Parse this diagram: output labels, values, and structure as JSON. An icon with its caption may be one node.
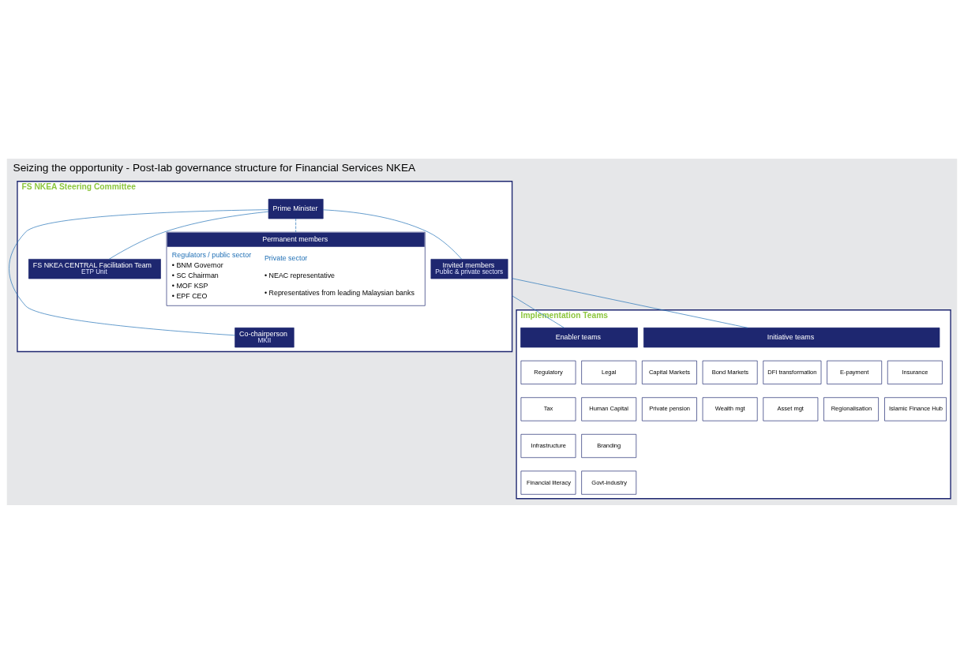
{
  "diagram": {
    "title": "Seizing the opportunity - Post-lab governance structure for Financial Services NKEA",
    "nodes": [
      {
        "text": [
          "FS NKEA Steering Committee"
        ]
      },
      {
        "text": [
          "Prime Minister"
        ],
        "in": 0
      },
      {
        "text": [
          "Co-chairperson",
          "MKII"
        ],
        "in": 0
      },
      {
        "text": [
          "FS NKEA CENTRAL Facilitation Team",
          "ETP Unit"
        ],
        "in": 0
      },
      {
        "text": [
          "Permanent members",
          "Regulators / public sector",
          "• BNM Governor",
          "• SC Chairman",
          "• MOF KSP",
          "• EPF CEO",
          "Private sector",
          "• NEAC representative",
          "• Representatives from leading Malaysian banks"
        ],
        "in": 0
      },
      {
        "text": [
          "Invited members",
          "Public & private sectors"
        ],
        "in": 0
      },
      {
        "text": [
          "Implementation Teams"
        ]
      },
      {
        "text": [
          "Initiative teams"
        ],
        "in": 6
      },
      {
        "text": [
          "Enabler teams"
        ],
        "in": 6
      },
      {
        "text": [
          "Capital Markets"
        ],
        "in": 6
      },
      {
        "text": [
          "Bond Markets"
        ],
        "in": 6
      },
      {
        "text": [
          "DFI transformation"
        ],
        "in": 6
      },
      {
        "text": [
          "E-payment"
        ],
        "in": 6
      },
      {
        "text": [
          "Insurance"
        ],
        "in": 6
      },
      {
        "text": [
          "Private pension"
        ],
        "in": 6
      },
      {
        "text": [
          "Wealth mgt"
        ],
        "in": 6
      },
      {
        "text": [
          "Asset mgt"
        ],
        "in": 6
      },
      {
        "text": [
          "Regionalisation"
        ],
        "in": 6
      },
      {
        "text": [
          "Islamic Finance Hub"
        ],
        "in": 6
      },
      {
        "text": [
          "Regulatory"
        ],
        "in": 6
      },
      {
        "text": [
          "Legal"
        ],
        "in": 6
      },
      {
        "text": [
          "Tax"
        ],
        "in": 6
      },
      {
        "text": [
          "Human Capital"
        ],
        "in": 6
      },
      {
        "text": [
          "Infrastructure"
        ],
        "in": 6
      },
      {
        "text": [
          "Branding"
        ],
        "in": 6
      },
      {
        "text": [
          "Financial literacy"
        ],
        "in": 6
      },
      {
        "text": [
          "Govt-industry"
        ],
        "in": 6
      }
    ],
    "edges": [
      {
        "from": 1,
        "to": 2,
        "arrow": "none"
      },
      {
        "from": 1,
        "to": 3,
        "arrow": "none"
      },
      {
        "from": 1,
        "to": 4,
        "arrow": "none",
        "style": "dashed"
      },
      {
        "from": 1,
        "to": 5,
        "arrow": "none"
      },
      {
        "from": 0,
        "to": 7,
        "arrow": "none"
      },
      {
        "from": 0,
        "to": 8,
        "arrow": "none"
      }
    ]
  }
}
